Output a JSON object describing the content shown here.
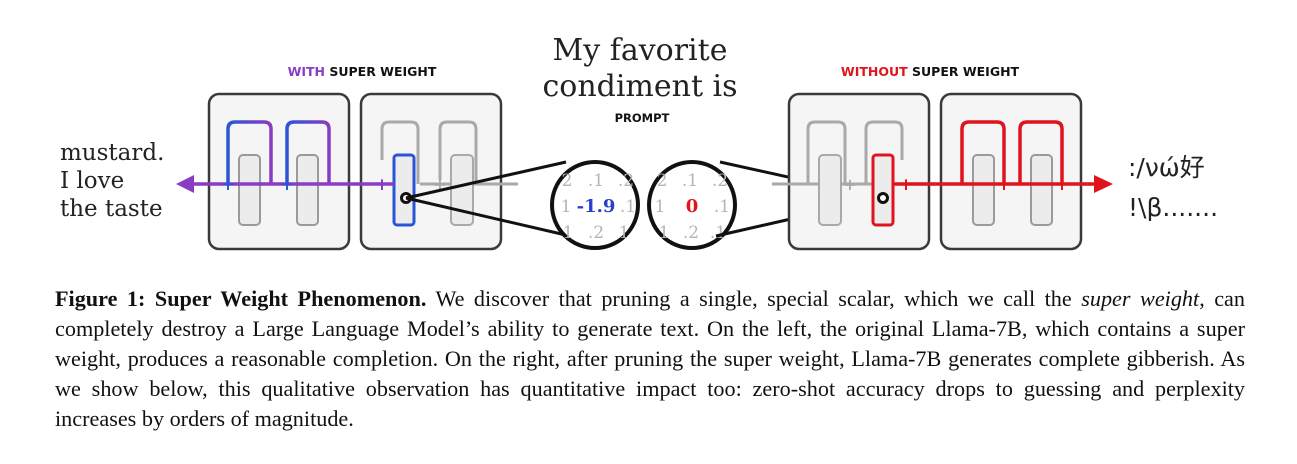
{
  "figure": {
    "prompt_line1": "My favorite",
    "prompt_line2": "condiment is",
    "prompt_label": "PROMPT",
    "left": {
      "title_highlight": "WITH",
      "title_rest": " SUPER WEIGHT",
      "output_lines": [
        "mustard.",
        "I love",
        "the taste"
      ],
      "matrix": {
        "center": "-1.9",
        "top": [
          "2",
          ".1",
          ".2"
        ],
        "mid_left": "1",
        "mid_right": ".1",
        "bottom": [
          "1",
          ".2",
          "1"
        ]
      }
    },
    "right": {
      "title_highlight": "WITHOUT",
      "title_rest": " SUPER WEIGHT",
      "output_lines": [
        ":/νώ好",
        "!\\β......."
      ],
      "matrix": {
        "center": "0",
        "top": [
          "2",
          ".1",
          ".2"
        ],
        "mid_left": "1",
        "mid_right": ".1",
        "bottom": [
          "1",
          ".2",
          ".1"
        ]
      }
    },
    "colors": {
      "purple": "#8a3cc2",
      "blue": "#2a55d6",
      "red": "#e0141c",
      "gray": "#a9a9a9",
      "panel": "#f5f5f5",
      "border": "#3a3a3a"
    }
  },
  "caption": {
    "label": "Figure 1: Super Weight Phenomenon.",
    "p1": " We discover that pruning a single, special scalar, which we call the ",
    "term": "super weight",
    "p2": ", can completely destroy a Large Language Model’s ability to generate text. On the left, the original Llama-7B, which contains a super weight, produces a reasonable completion. On the right, after pruning the super weight, Llama-7B generates complete gibberish.  As we show below, this qualitative observation has quantitative impact too: zero-shot accuracy drops to guessing and perplexity increases by orders of magnitude."
  }
}
